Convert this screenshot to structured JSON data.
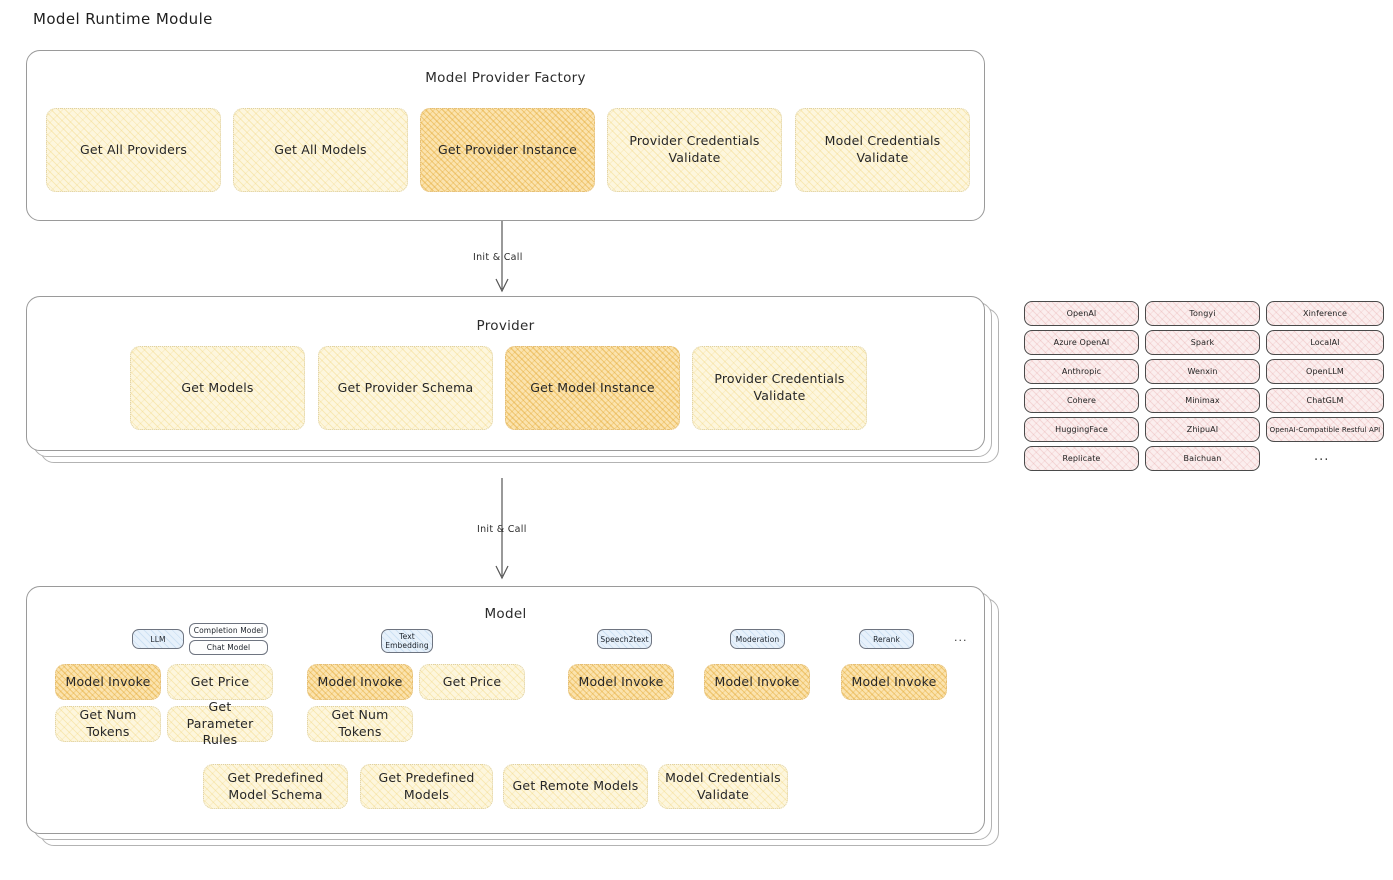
{
  "page": {
    "title": "Model Runtime Module"
  },
  "factory": {
    "title": "Model Provider Factory",
    "boxes": [
      {
        "label": "Get All Providers",
        "style": "pale"
      },
      {
        "label": "Get All Models",
        "style": "pale"
      },
      {
        "label": "Get Provider Instance",
        "style": "amber"
      },
      {
        "label": "Provider Credentials Validate",
        "style": "pale"
      },
      {
        "label": "Model Credentials Validate",
        "style": "pale"
      }
    ]
  },
  "arrows": [
    {
      "label": "Init & Call"
    },
    {
      "label": "Init & Call"
    }
  ],
  "provider": {
    "title": "Provider",
    "boxes": [
      {
        "label": "Get Models",
        "style": "pale"
      },
      {
        "label": "Get Provider Schema",
        "style": "pale"
      },
      {
        "label": "Get Model Instance",
        "style": "amber"
      },
      {
        "label": "Provider Credentials Validate",
        "style": "pale"
      }
    ]
  },
  "provider_list": {
    "columns": [
      [
        "OpenAI",
        "Azure OpenAI",
        "Anthropic",
        "Cohere",
        "HuggingFace",
        "Replicate"
      ],
      [
        "Tongyi",
        "Spark",
        "Wenxin",
        "Minimax",
        "ZhipuAI",
        "Baichuan"
      ],
      [
        "Xinference",
        "LocalAI",
        "OpenLLM",
        "ChatGLM",
        "OpenAI-Compatible Restful API"
      ]
    ],
    "more": "..."
  },
  "model": {
    "title": "Model",
    "more": "...",
    "types": [
      {
        "tag": "LLM",
        "subtags": [
          "Completion Model",
          "Chat Model"
        ],
        "methods": [
          {
            "label": "Model Invoke",
            "style": "amber"
          },
          {
            "label": "Get Price",
            "style": "pale"
          },
          {
            "label": "Get Num Tokens",
            "style": "pale"
          },
          {
            "label": "Get Parameter Rules",
            "style": "pale"
          }
        ]
      },
      {
        "tag": "Text Embedding",
        "subtags": [],
        "methods": [
          {
            "label": "Model Invoke",
            "style": "amber"
          },
          {
            "label": "Get Price",
            "style": "pale"
          },
          {
            "label": "Get Num Tokens",
            "style": "pale"
          }
        ]
      },
      {
        "tag": "Speech2text",
        "subtags": [],
        "methods": [
          {
            "label": "Model Invoke",
            "style": "amber"
          }
        ]
      },
      {
        "tag": "Moderation",
        "subtags": [],
        "methods": [
          {
            "label": "Model Invoke",
            "style": "amber"
          }
        ]
      },
      {
        "tag": "Rerank",
        "subtags": [],
        "methods": [
          {
            "label": "Model Invoke",
            "style": "amber"
          }
        ]
      }
    ],
    "shared_methods": [
      {
        "label": "Get Predefined Model Schema",
        "style": "pale"
      },
      {
        "label": "Get Predefined Models",
        "style": "pale"
      },
      {
        "label": "Get Remote Models",
        "style": "pale"
      },
      {
        "label": "Model Credentials Validate",
        "style": "pale"
      }
    ]
  },
  "colors": {
    "amber": "#fbe3ae",
    "pale_yellow": "#fdf6dd",
    "blue_tag": "#e7f1fb",
    "pink_chip": "#fbeeee",
    "panel_border": "#9a9a9a"
  }
}
